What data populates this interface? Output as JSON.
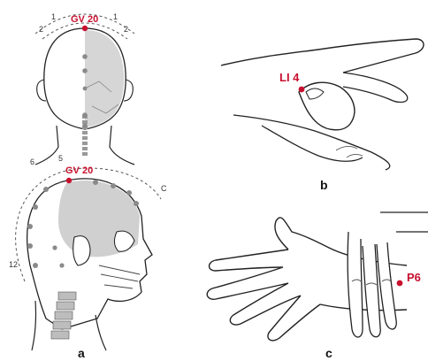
{
  "panels": {
    "a": {
      "label": "a",
      "back_view": {
        "point": "GV 20",
        "scale_marks": [
          "1",
          "1",
          "2",
          "2"
        ]
      },
      "side_view": {
        "point": "GV 20",
        "scale_marks": [
          "6",
          "5",
          "C",
          "12"
        ]
      }
    },
    "b": {
      "label": "b",
      "point": "LI 4"
    },
    "c": {
      "label": "c",
      "point": "P6"
    }
  },
  "colors": {
    "point": "#c8102e",
    "grey_point": "#8a8a8a",
    "outline": "#222222",
    "shade": "#cfcfcf"
  }
}
